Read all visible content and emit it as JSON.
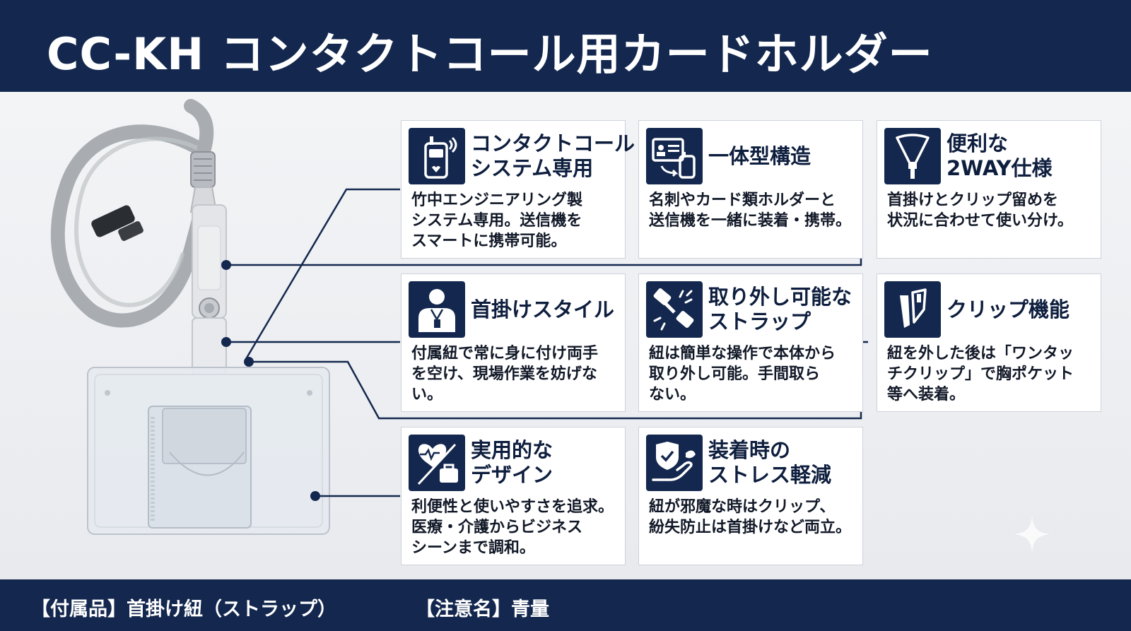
{
  "header": {
    "title": "CC-KH コンタクトコール用カードホルダー"
  },
  "cards": [
    {
      "title": [
        "コンタクトコール",
        "システム専用"
      ],
      "desc": [
        "竹中エンジニアリング製",
        "システム専用。送信機を",
        "スマートに携帯可能。"
      ],
      "icon": "transmitter-icon"
    },
    {
      "title": [
        "一体型構造"
      ],
      "desc": [
        "名刺やカード類ホルダーと",
        "送信機を一緒に装着・携帯。"
      ],
      "icon": "card-transmitter-icon"
    },
    {
      "title": [
        "便利な",
        "2WAY仕様"
      ],
      "desc": [
        "首掛けとクリップ留めを",
        "状況に合わせて使い分け。"
      ],
      "icon": "lanyard-icon"
    },
    {
      "title": [
        "首掛けスタイル"
      ],
      "desc": [
        "付属紐で常に身に付け両手",
        "を空け、現場作業を妨げな",
        "い。"
      ],
      "icon": "person-badge-icon"
    },
    {
      "title": [
        "取り外し可能な",
        "ストラップ"
      ],
      "desc": [
        "紐は簡単な操作で本体から",
        "取り外し可能。手間取ら",
        "ない。"
      ],
      "icon": "detach-plug-icon"
    },
    {
      "title": [
        "クリップ機能"
      ],
      "desc": [
        "紐を外した後は「ワンタッ",
        "チクリップ」で胸ポケット",
        "等へ装着。"
      ],
      "icon": "clip-icon"
    },
    {
      "title": [
        "実用的な",
        "デザイン"
      ],
      "desc": [
        "利便性と使いやすさを追求。",
        "医療・介護からビジネス",
        "シーンまで調和。"
      ],
      "icon": "heart-briefcase-icon"
    },
    {
      "title": [
        "装着時の",
        "ストレス軽減"
      ],
      "desc": [
        "紐が邪魔な時はクリップ、",
        "紛失防止は首掛けなど両立。"
      ],
      "icon": "shield-hand-icon"
    }
  ],
  "footer": {
    "accessory": "【付属品】首掛け紐（ストラップ）",
    "note": "【注意名】青量"
  },
  "colors": {
    "navy": "#14284f",
    "card_border": "#cdd2da",
    "strap": "#a9adb2"
  }
}
